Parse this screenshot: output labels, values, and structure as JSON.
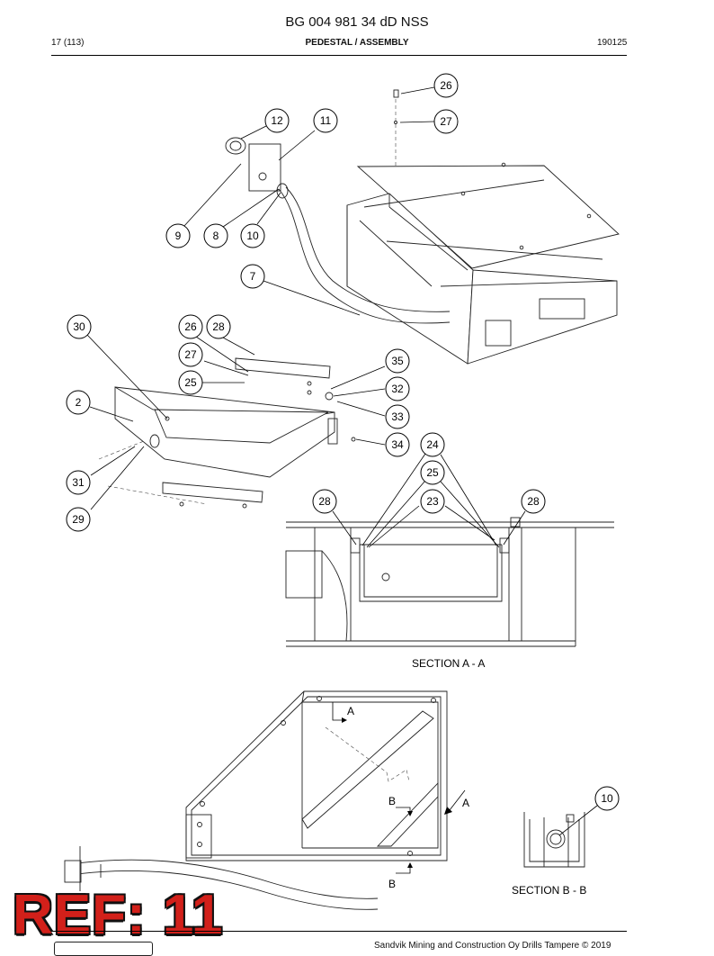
{
  "header": {
    "document_id": "BG 004 981 34 dD NSS",
    "page": "17 (113)",
    "section": "PEDESTAL / ASSEMBLY",
    "date": "190125"
  },
  "drawing": {
    "callouts": [
      {
        "id": "c26a",
        "label": "26"
      },
      {
        "id": "c27a",
        "label": "27"
      },
      {
        "id": "c12",
        "label": "12"
      },
      {
        "id": "c11",
        "label": "11"
      },
      {
        "id": "c9",
        "label": "9"
      },
      {
        "id": "c8",
        "label": "8"
      },
      {
        "id": "c10a",
        "label": "10"
      },
      {
        "id": "c7",
        "label": "7"
      },
      {
        "id": "c30",
        "label": "30"
      },
      {
        "id": "c26b",
        "label": "26"
      },
      {
        "id": "c28a",
        "label": "28"
      },
      {
        "id": "c27b",
        "label": "27"
      },
      {
        "id": "c25a",
        "label": "25"
      },
      {
        "id": "c35",
        "label": "35"
      },
      {
        "id": "c32",
        "label": "32"
      },
      {
        "id": "c2",
        "label": "2"
      },
      {
        "id": "c33",
        "label": "33"
      },
      {
        "id": "c34",
        "label": "34"
      },
      {
        "id": "c24",
        "label": "24"
      },
      {
        "id": "c25b",
        "label": "25"
      },
      {
        "id": "c31",
        "label": "31"
      },
      {
        "id": "c28b",
        "label": "28"
      },
      {
        "id": "c23",
        "label": "23"
      },
      {
        "id": "c28c",
        "label": "28"
      },
      {
        "id": "c29",
        "label": "29"
      },
      {
        "id": "c10b",
        "label": "10"
      }
    ],
    "section_aa_title": "SECTION A - A",
    "section_bb_title": "SECTION B - B",
    "cut_marks": {
      "a_top": "A",
      "a_right": "A",
      "b_top": "B",
      "b_bottom": "B"
    }
  },
  "stamp": {
    "text": "REF: 11"
  },
  "footer": {
    "copyright": "Sandvik Mining and Construction Oy Drills Tampere © 2019"
  }
}
